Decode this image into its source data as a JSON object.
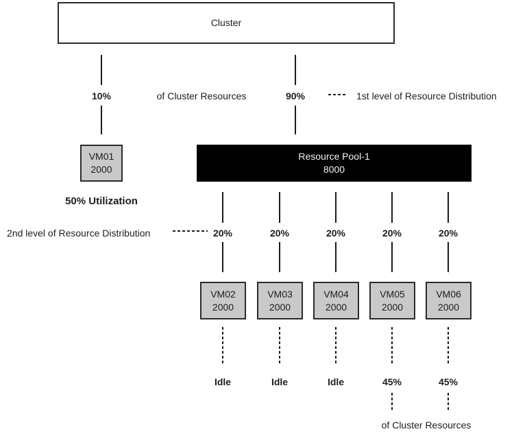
{
  "cluster": {
    "label": "Cluster"
  },
  "level1": {
    "vm01_share": "10%",
    "share_caption": "of Cluster Resources",
    "pool_share": "90%",
    "legend": "1st level of Resource Distribution"
  },
  "vm01": {
    "name": "VM01",
    "shares": "2000",
    "utilization": "50% Utilization"
  },
  "pool": {
    "name": "Resource Pool-1",
    "shares": "8000"
  },
  "level2": {
    "legend": "2nd level of Resource Distribution",
    "shares": [
      "20%",
      "20%",
      "20%",
      "20%",
      "20%"
    ]
  },
  "vms": [
    {
      "name": "VM02",
      "shares": "2000",
      "status": "Idle"
    },
    {
      "name": "VM03",
      "shares": "2000",
      "status": "Idle"
    },
    {
      "name": "VM04",
      "shares": "2000",
      "status": "Idle"
    },
    {
      "name": "VM05",
      "shares": "2000",
      "status": "45%"
    },
    {
      "name": "VM06",
      "shares": "2000",
      "status": "45%"
    }
  ],
  "footer_caption": "of Cluster Resources",
  "colors": {
    "box_fill": "#c9c9c9",
    "box_border": "#2b2b2b",
    "pool_fill": "#000000",
    "pool_text": "#f5f5f5",
    "line": "#1a1a1a",
    "text": "#1d1d1d"
  }
}
